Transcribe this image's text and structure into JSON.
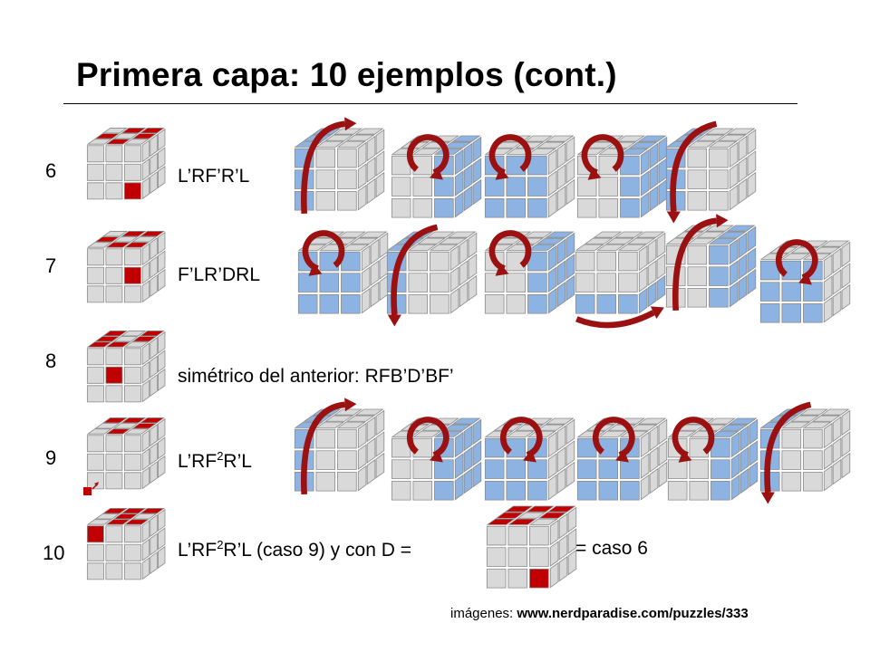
{
  "slide": {
    "title": "Primera capa: 10 ejemplos (cont.)",
    "credits_prefix": "imágenes: ",
    "credits_url": "www.nerdparadise.com/puzzles/333"
  },
  "colors": {
    "sticker_gray": "#d9d9d9",
    "sticker_red": "#c00000",
    "sticker_blue": "#8db3e2",
    "arrow_red": "#9b1111",
    "cube_bg": "#ececec"
  },
  "rows": [
    {
      "num": "6",
      "alg_a": "L’RF’R’L",
      "alg_b": "",
      "alg_c": ""
    },
    {
      "num": "7",
      "alg_a": "F’LR’DRL",
      "alg_b": "",
      "alg_c": ""
    },
    {
      "num": "8",
      "alg_a": "simétrico del anterior: RFB’D’BF’",
      "alg_b": "",
      "alg_c": ""
    },
    {
      "num": "9",
      "alg_a": "L’RF",
      "alg_b": "2",
      "alg_c": "R’L"
    },
    {
      "num": "10",
      "alg_a": "L’RF",
      "alg_b": "2",
      "alg_c": "R’L (caso 9) y con D ="
    }
  ],
  "equals_text": "= caso 6",
  "cube_icons": [
    "case-6-cube-icon",
    "move-L-prime-icon",
    "move-R-icon",
    "move-F-prime-icon",
    "move-R-prime-icon",
    "move-L-icon",
    "case-7-cube-icon",
    "move-F-prime-icon",
    "move-L-icon",
    "move-R-prime-icon",
    "move-D-icon",
    "move-R-icon",
    "move-L-icon",
    "case-8-cube-icon",
    "case-9-cube-icon",
    "move-L-prime-icon",
    "move-R-icon",
    "move-F-icon",
    "move-F-icon",
    "move-R-prime-icon",
    "move-L-icon",
    "case-10-cube-icon",
    "case-10-after-D-cube-icon"
  ]
}
